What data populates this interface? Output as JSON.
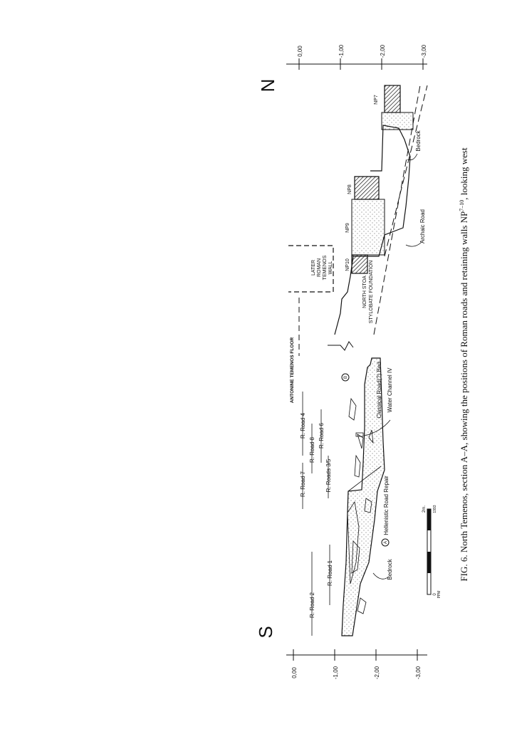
{
  "compass": {
    "south": "S",
    "north": "N"
  },
  "caption": "FIG. 6. North Temenos, section A–A, showing the positions of Roman roads and retaining walls NP",
  "caption_sup": "7–10",
  "caption_tail": ", looking west",
  "elevation_scale": {
    "ticks": [
      "0,00",
      "-1,00",
      "-2,00",
      "-3,00"
    ]
  },
  "road_labels": {
    "r2": "R. Road 2",
    "r1": "R. Road 1",
    "r7": "R. Road 7",
    "r4": "R. Road 4",
    "r8": "R. Road 8",
    "r6": "R. Road 6",
    "r35": "R. Roads 3/5",
    "hellenistic": "Hellenistic Road Repair",
    "classical": "Classical Road(?) Bed",
    "water": "Water Channel IV",
    "bedrock_s": "Bedrock",
    "bedrock_n": "Bedrock",
    "archaic": "Archaic Road",
    "antonine": "ANTONINE TEMENOS FLOOR",
    "later_roman": [
      "LATER",
      "ROMAN",
      "TEMENOS",
      "WALL"
    ],
    "stoa": [
      "NORTH STOA",
      "STYLOBATE FOUNDATION"
    ],
    "marker_a": "A",
    "marker_b": "B"
  },
  "walls": {
    "np10": "NP10",
    "np9": "NP9",
    "np8": "NP8",
    "np7": "NP7"
  },
  "bar_scale": {
    "zero": "0",
    "end": "2m.",
    "credit": "PPM",
    "year": "1993"
  }
}
